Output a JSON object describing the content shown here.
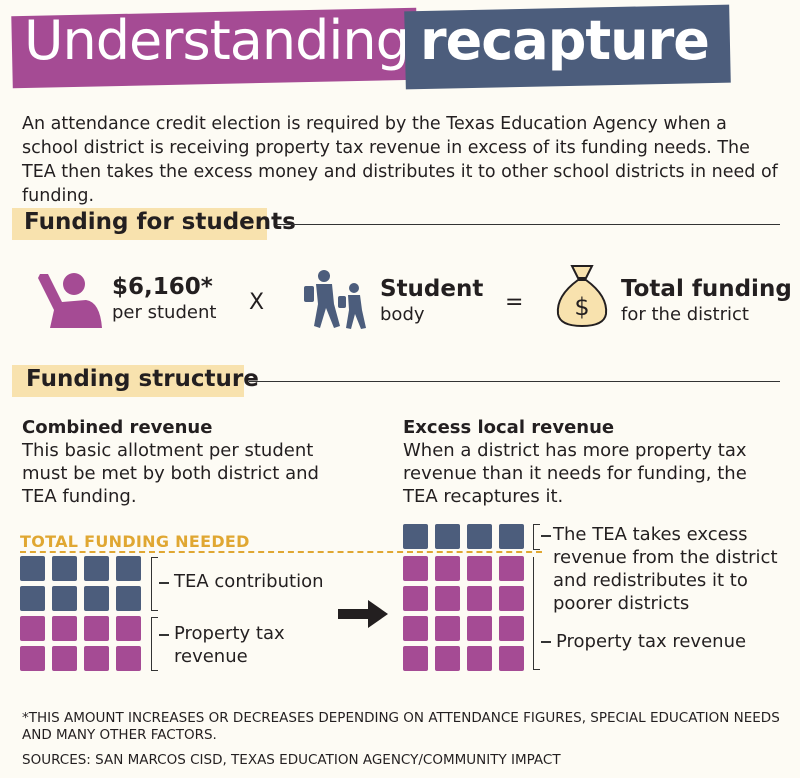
{
  "title": {
    "part1": "Understanding",
    "part2": "recapture"
  },
  "intro": "An attendance credit election is required by the Texas Education Agency when a school district is receiving property tax revenue in excess of its funding needs. The TEA then takes the excess money and distributes it to other school districts in need of funding.",
  "funding_for_students": {
    "heading": "Funding for students",
    "amount": "$6,160*",
    "amount_sub": "per student",
    "times": "X",
    "student": "Student",
    "student_sub": "body",
    "equals": "=",
    "total": "Total funding",
    "total_sub": "for the district"
  },
  "funding_structure": {
    "heading": "Funding structure",
    "left_title": "Combined revenue",
    "left_text_1": "This basic allotment per student",
    "left_text_2": "must be met by both district and",
    "left_text_3": "TEA funding.",
    "total_needed": "TOTAL FUNDING NEEDED",
    "tea_contribution": "TEA contribution",
    "property_tax_1": "Property tax",
    "property_tax_2": "revenue",
    "right_title": "Excess local revenue",
    "right_text_1": "When a district has more property tax",
    "right_text_2": "revenue than it needs for funding, the",
    "right_text_3": "TEA recaptures it.",
    "tea_takes_1": "The TEA takes excess",
    "tea_takes_2": "revenue from the district",
    "tea_takes_3": "and redistributes it to",
    "tea_takes_4": "poorer districts",
    "property_tax_right": "Property tax revenue"
  },
  "footnote_1": "*THIS AMOUNT INCREASES OR DECREASES DEPENDING ON ATTENDANCE FIGURES, SPECIAL EDUCATION NEEDS",
  "footnote_2": "AND MANY OTHER FACTORS.",
  "sources": "SOURCES: SAN MARCOS CISD, TEXAS EDUCATION AGENCY/COMMUNITY IMPACT",
  "colors": {
    "purple": "#a54b94",
    "blue": "#4c5d7c",
    "highlight": "#f8e2ae",
    "gold": "#e0a732"
  }
}
